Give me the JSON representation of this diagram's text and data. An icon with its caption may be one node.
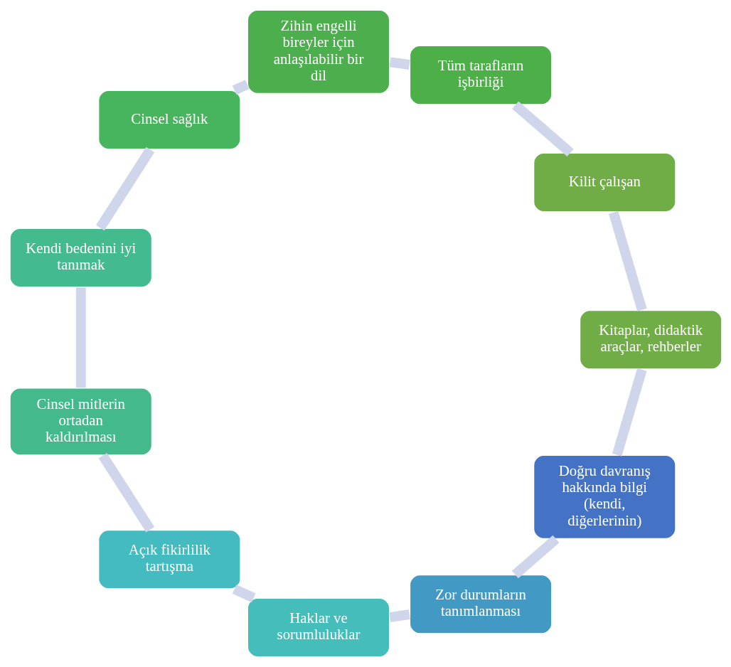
{
  "diagram": {
    "nodes": [
      {
        "text": [
          "Doğru davranış hakkında bilgi (kendi, diğerlerinin)"
        ]
      },
      {
        "text": [
          "Zor durumların tanımlanması"
        ]
      },
      {
        "text": [
          "Haklar ve sorumluluklar"
        ]
      },
      {
        "text": [
          "Açık fikirlilik tartışma"
        ]
      },
      {
        "text": [
          "Cinsel mitlerin ortadan kaldırılması"
        ]
      },
      {
        "text": [
          "Kendi bedenini iyi tanımak"
        ]
      },
      {
        "text": [
          "Cinsel sağlık"
        ]
      },
      {
        "text": [
          "Zihin engelli bireyler için anlaşılabilir bir dil"
        ]
      },
      {
        "text": [
          "Tüm tarafların işbirliği"
        ]
      },
      {
        "text": [
          "Kilit çalışan"
        ]
      },
      {
        "text": [
          "Kitaplar, didaktik araçlar, rehberler"
        ]
      }
    ],
    "edges": [
      {
        "from": 0,
        "to": 1,
        "arrow": "none"
      },
      {
        "from": 1,
        "to": 2,
        "arrow": "none"
      },
      {
        "from": 2,
        "to": 3,
        "arrow": "none"
      },
      {
        "from": 3,
        "to": 4,
        "arrow": "none"
      },
      {
        "from": 4,
        "to": 5,
        "arrow": "none"
      },
      {
        "from": 5,
        "to": 6,
        "arrow": "none"
      },
      {
        "from": 6,
        "to": 7,
        "arrow": "none"
      },
      {
        "from": 7,
        "to": 8,
        "arrow": "none"
      },
      {
        "from": 8,
        "to": 9,
        "arrow": "none"
      },
      {
        "from": 9,
        "to": 10,
        "arrow": "none"
      },
      {
        "from": 10,
        "to": 0,
        "arrow": "none"
      }
    ]
  }
}
